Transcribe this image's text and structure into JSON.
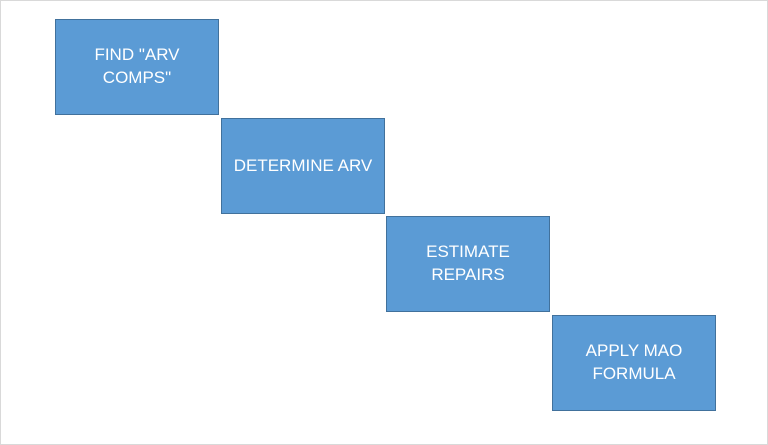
{
  "diagram": {
    "colors": {
      "box_fill": "#5b9bd5",
      "box_border": "#41719c",
      "text": "#ffffff",
      "background": "#ffffff"
    },
    "steps": [
      {
        "label": "FIND \"ARV\nCOMPS\""
      },
      {
        "label": "DETERMINE ARV"
      },
      {
        "label": "ESTIMATE\nREPAIRS"
      },
      {
        "label": "APPLY MAO\nFORMULA"
      }
    ]
  }
}
